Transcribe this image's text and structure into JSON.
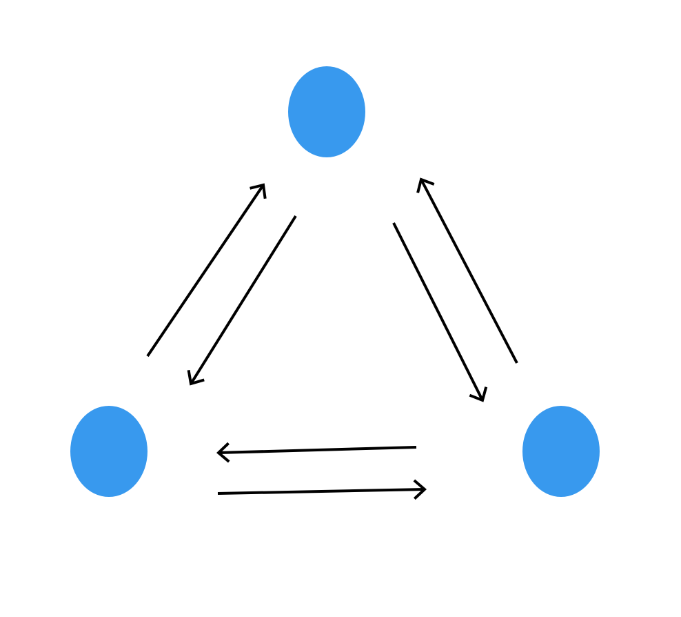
{
  "diagram": {
    "type": "cycle-graph",
    "node_color": "#3899EE",
    "edge_color": "#000000",
    "nodes": [
      {
        "id": "top",
        "label": ""
      },
      {
        "id": "bottom-left",
        "label": ""
      },
      {
        "id": "bottom-right",
        "label": ""
      }
    ],
    "edges": [
      {
        "from": "bottom-left",
        "to": "top",
        "direction": "forward"
      },
      {
        "from": "top",
        "to": "bottom-left",
        "direction": "forward"
      },
      {
        "from": "top",
        "to": "bottom-right",
        "direction": "forward"
      },
      {
        "from": "bottom-right",
        "to": "top",
        "direction": "forward"
      },
      {
        "from": "bottom-right",
        "to": "bottom-left",
        "direction": "forward"
      },
      {
        "from": "bottom-left",
        "to": "bottom-right",
        "direction": "forward"
      }
    ]
  }
}
